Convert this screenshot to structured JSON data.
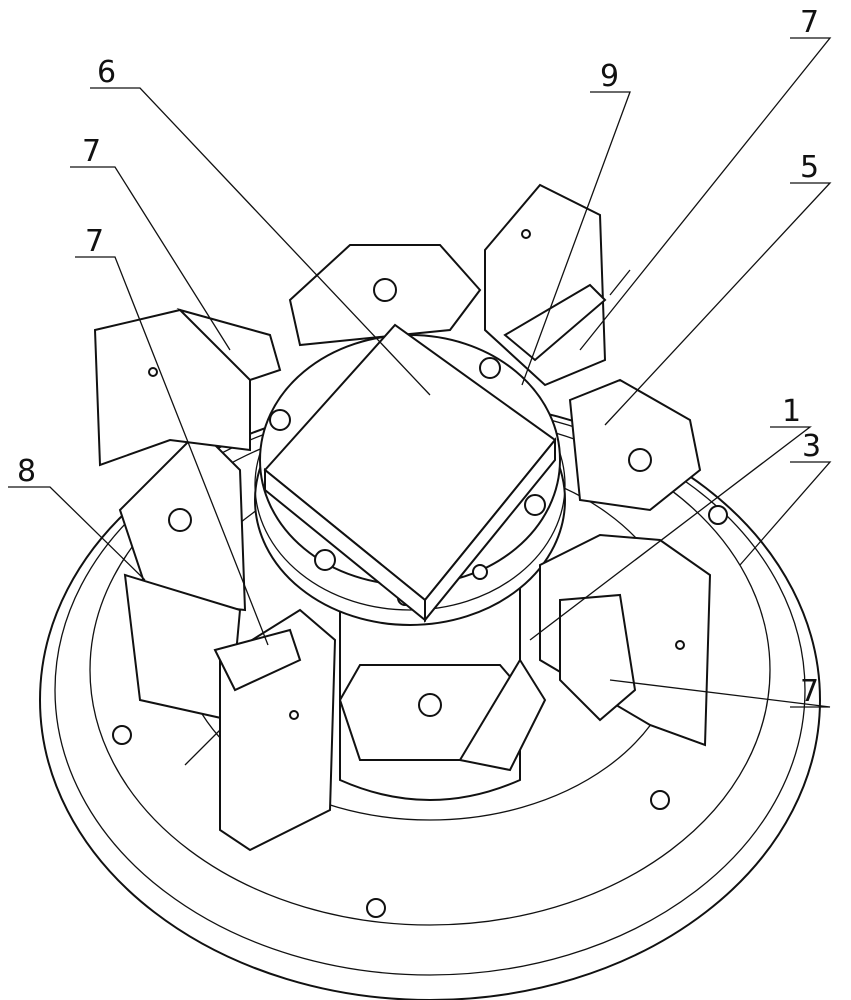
{
  "figure": {
    "labels": [
      {
        "id": "label-6",
        "text": "6"
      },
      {
        "id": "label-9",
        "text": "9"
      },
      {
        "id": "label-7-top-right",
        "text": "7"
      },
      {
        "id": "label-5",
        "text": "5"
      },
      {
        "id": "label-7-left-upper",
        "text": "7"
      },
      {
        "id": "label-7-left-lower",
        "text": "7"
      },
      {
        "id": "label-8",
        "text": "8"
      },
      {
        "id": "label-1",
        "text": "1"
      },
      {
        "id": "label-3",
        "text": "3"
      },
      {
        "id": "label-7-right-lower",
        "text": "7"
      }
    ]
  }
}
